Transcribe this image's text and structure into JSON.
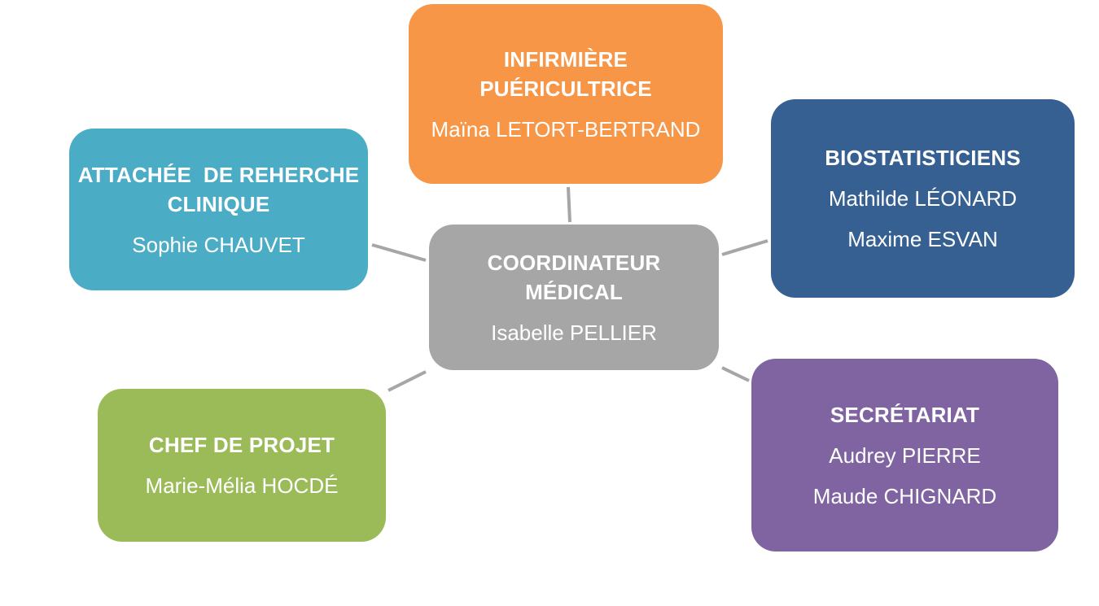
{
  "diagram": {
    "type": "org-chart-hub",
    "colors": {
      "infirmiere": "#f79646",
      "attachee": "#4bacc6",
      "biostat": "#366092",
      "coordinateur": "#a6a6a6",
      "chef": "#9bbb59",
      "secretariat": "#8064a2",
      "connector": "#a6a6a6"
    },
    "nodes": {
      "infirmiere": {
        "title_line1": "INFIRMIÈRE",
        "title_line2": "PUÉRICULTRICE",
        "people": [
          "Maïna LETORT-BERTRAND"
        ]
      },
      "attachee": {
        "title_line1": "ATTACHÉE  DE REHERCHE",
        "title_line2": "CLINIQUE",
        "people": [
          "Sophie CHAUVET"
        ]
      },
      "biostat": {
        "title_line1": "BIOSTATISTICIENS",
        "people": [
          "Mathilde LÉONARD",
          "Maxime ESVAN"
        ]
      },
      "coordinateur": {
        "title_line1": "COORDINATEUR",
        "title_line2": "MÉDICAL",
        "people": [
          "Isabelle PELLIER"
        ]
      },
      "chef": {
        "title_line1": "CHEF DE PROJET",
        "people": [
          "Marie-Mélia HOCDÉ"
        ]
      },
      "secretariat": {
        "title_line1": "SECRÉTARIAT",
        "people": [
          "Audrey PIERRE",
          "Maude CHIGNARD"
        ]
      }
    },
    "edges": [
      {
        "from": "coordinateur",
        "to": "infirmiere"
      },
      {
        "from": "coordinateur",
        "to": "attachee"
      },
      {
        "from": "coordinateur",
        "to": "biostat"
      },
      {
        "from": "coordinateur",
        "to": "chef"
      },
      {
        "from": "coordinateur",
        "to": "secretariat"
      }
    ]
  }
}
